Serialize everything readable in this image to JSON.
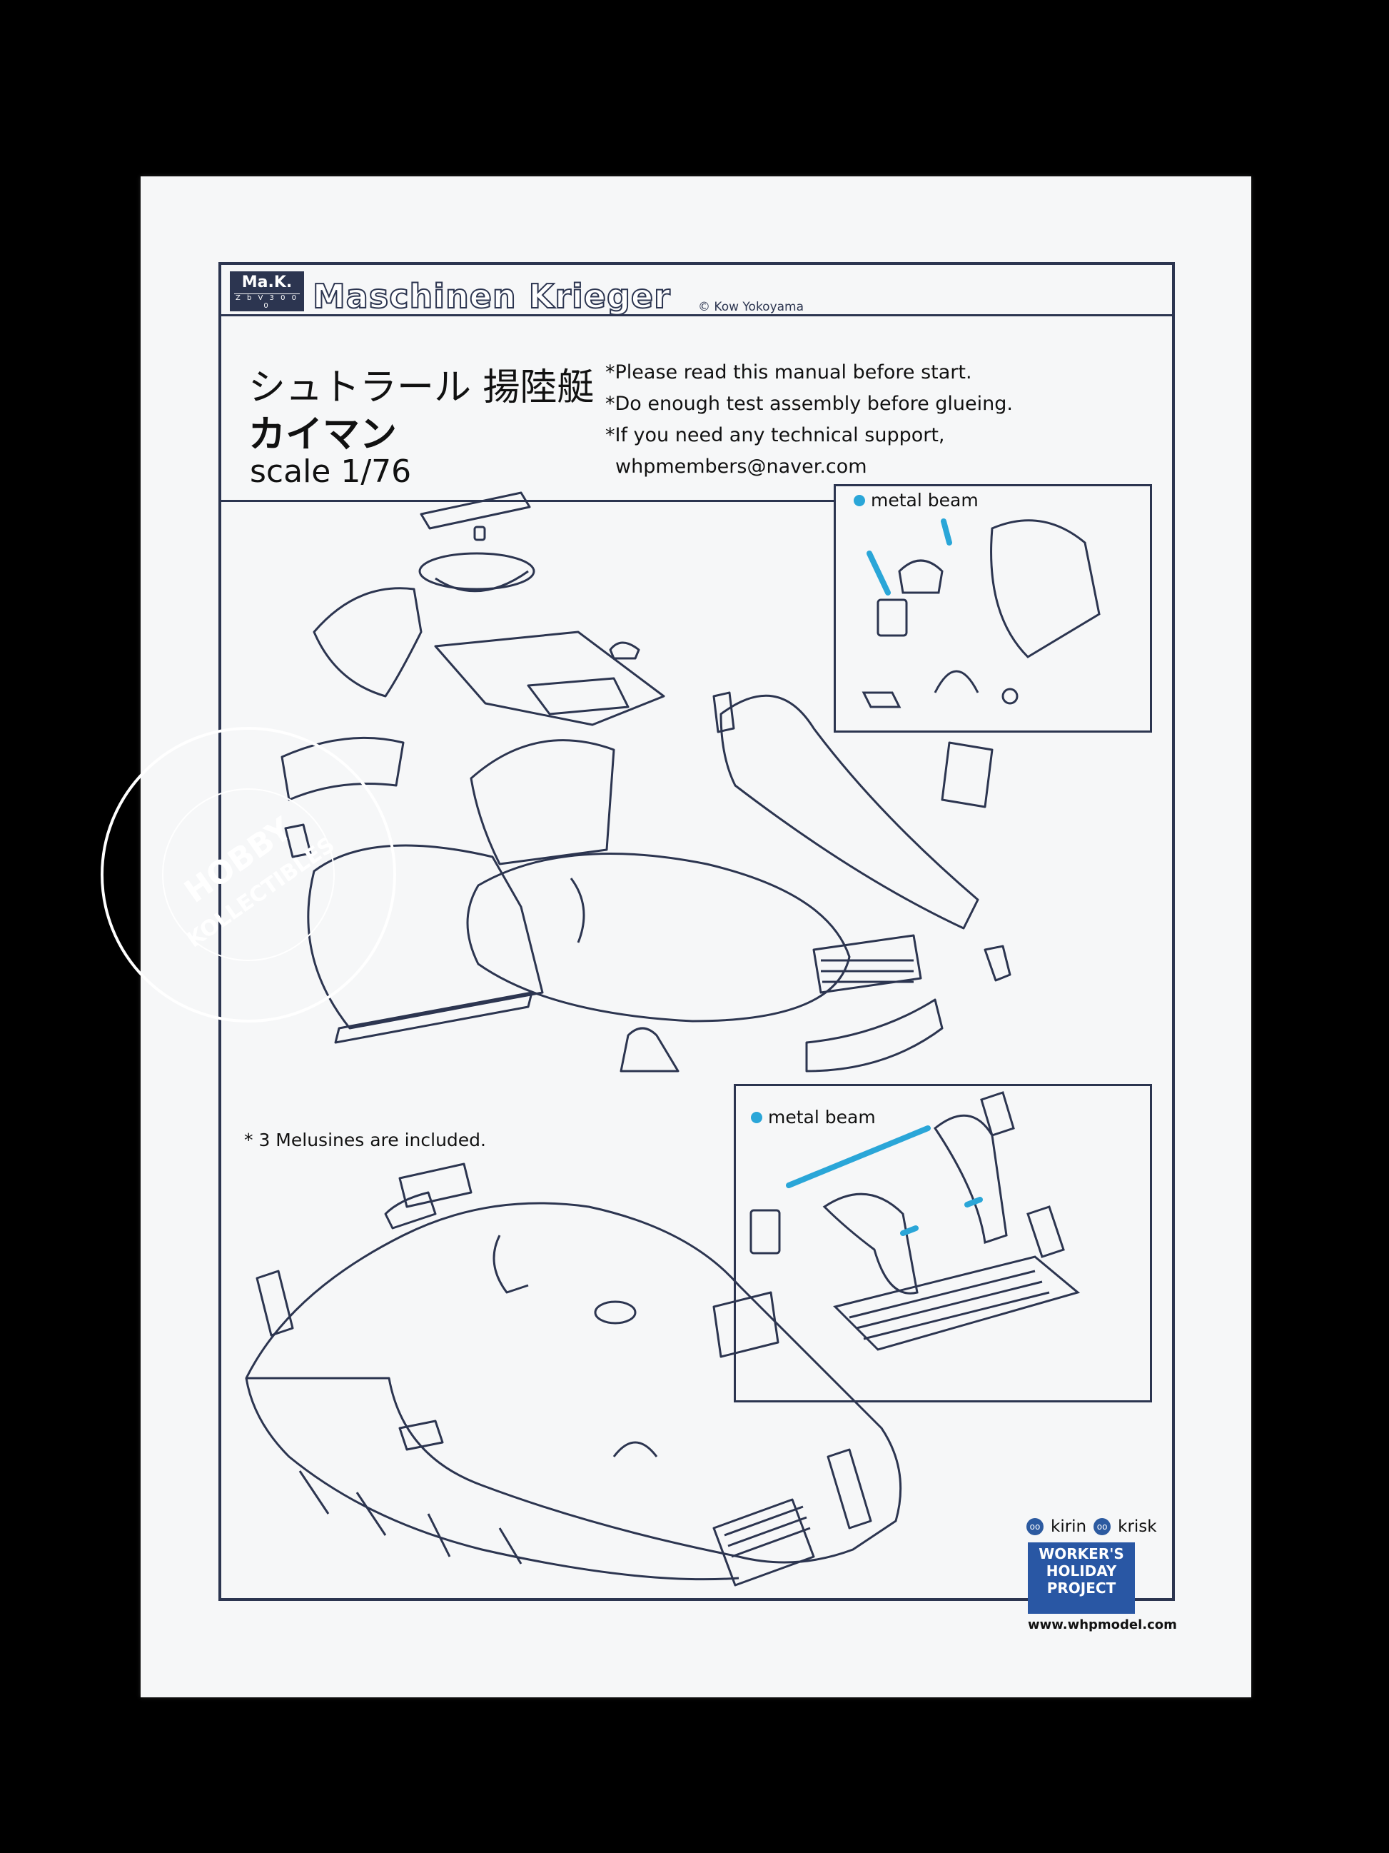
{
  "header": {
    "badge_line1": "Ma.K.",
    "badge_line2": "Z b V 3 0 0 0",
    "brand": "Maschinen Krieger",
    "copyright": "© Kow Yokoyama"
  },
  "title": {
    "japanese": "シュトラール 揚陸艇",
    "name": "カイマン",
    "scale": "scale 1/76"
  },
  "notes": [
    "*Please read this manual before start.",
    "*Do enough test assembly before glueing.",
    "*If you need any technical support,",
    "whpmembers@naver.com"
  ],
  "insets": [
    {
      "label": "metal beam"
    },
    {
      "label": "metal beam"
    }
  ],
  "melusine_note": "* 3 Melusines are included.",
  "credits": {
    "name1": "kirin",
    "name2": "krisk",
    "logo_line1": "WORKER'S",
    "logo_line2": "HOLIDAY",
    "logo_line3": "PROJECT",
    "url": "www.whpmodel.com"
  },
  "watermark": "HOBBYKOLLECTIBLES",
  "colors": {
    "ink": "#2c3550",
    "metal_beam": "#2aa6d8",
    "logo_blue": "#2957a4",
    "background": "#000000",
    "paper": "#f6f7f8"
  }
}
